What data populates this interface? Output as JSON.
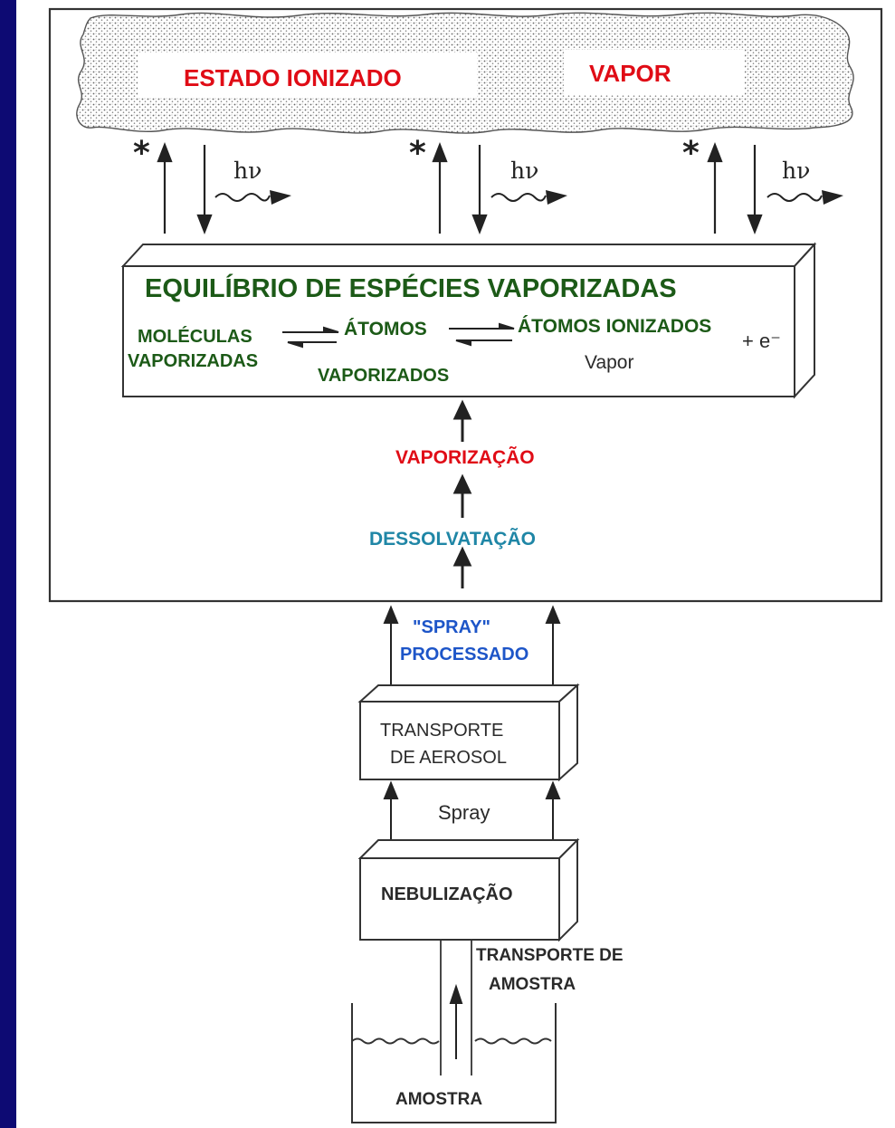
{
  "cloud": {
    "ionized_state": "ESTADO IONIZADO",
    "vapor": "VAPOR"
  },
  "emission": {
    "star": "*",
    "photon": "hν"
  },
  "equilibrium_box": {
    "title": "EQUILÍBRIO DE ESPÉCIES VAPORIZADAS",
    "molecules_line1": "MOLÉCULAS",
    "molecules_line2": "VAPORIZADAS",
    "atoms": "ÁTOMOS",
    "atoms_vaporized": "VAPORIZADOS",
    "ionized_atoms": "ÁTOMOS IONIZADOS",
    "electron": "+ e⁻",
    "vapor": "Vapor"
  },
  "steps": {
    "vaporization": "VAPORIZAÇÃO",
    "desolvation": "DESSOLVATAÇÃO",
    "processed_spray_line1": "\"SPRAY\"",
    "processed_spray_line2": "PROCESSADO",
    "aerosol_transport_line1": "TRANSPORTE",
    "aerosol_transport_line2": "DE AEROSOL",
    "spray": "Spray",
    "nebulization": "NEBULIZAÇÃO",
    "sample_transport_line1": "TRANSPORTE DE",
    "sample_transport_line2": "AMOSTRA",
    "sample": "AMOSTRA"
  },
  "colors": {
    "background": "#0d0a73",
    "green_text": "#1c5a17",
    "red_text": "#e00c16",
    "teal_text": "#1f86a6",
    "blue_text": "#1d55c8"
  }
}
